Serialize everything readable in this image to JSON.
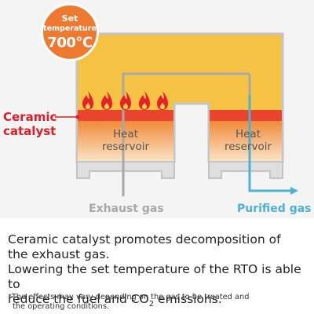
{
  "badge": {
    "line1": "Set",
    "line2": "temperature",
    "line3": "700℃"
  },
  "ceramic_catalyst": {
    "line1": "Ceramic",
    "line2": "catalyst"
  },
  "heat_reservoir_left": {
    "line1": "Heat",
    "line2": "reservoir"
  },
  "heat_reservoir_right": {
    "line1": "Heat",
    "line2": "reservoir"
  },
  "exhaust_gas": "Exhaust gas",
  "purified_gas": "Purified gas",
  "colors": {
    "chamber": "#f6c244",
    "catalyst_layer": "#e8452c",
    "reservoir_top": "#f08a3a",
    "reservoir_bottom": "#fbe3c4",
    "exhaust_text": "#a8a8a8",
    "purified_text": "#4fb0d6",
    "catalyst_label": "#d9202a",
    "badge": "#ee7a31"
  },
  "flame_count": 5,
  "description": {
    "line1": "Ceramic catalyst promotes decomposition of",
    "line2": "the exhaust gas.",
    "line3": "Lowering the set temperature of the RTO is able to",
    "line4_pre": "reduce the fuel and CO",
    "line4_sub": "2",
    "line4_post": " emissions."
  },
  "note": {
    "line1": "*The effects may vary depending on the gas to be treated and",
    "line2": "the operating conditions."
  }
}
